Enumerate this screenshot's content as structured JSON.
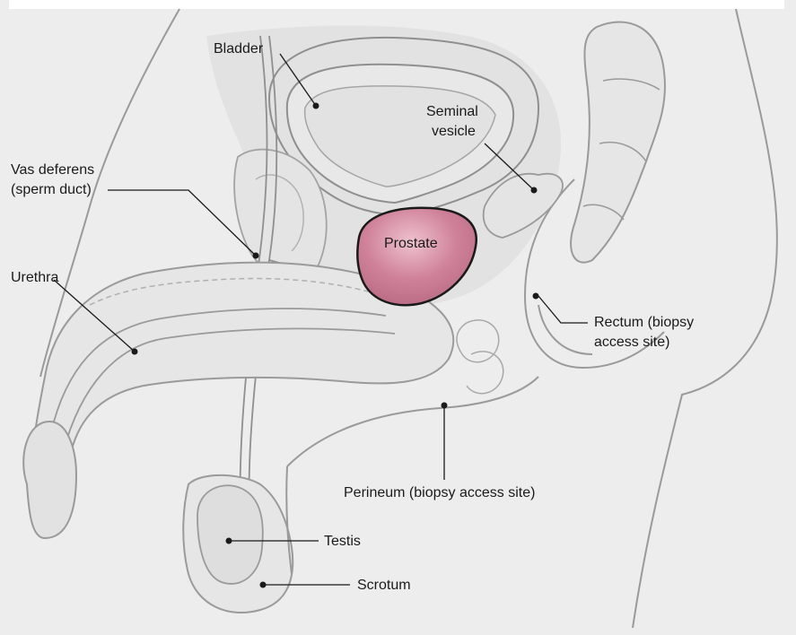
{
  "labels": {
    "bladder": "Bladder",
    "seminal_vesicle_1": "Seminal",
    "seminal_vesicle_2": "vesicle",
    "vas_deferens_1": "Vas deferens",
    "vas_deferens_2": "(sperm duct)",
    "prostate": "Prostate",
    "urethra": "Urethra",
    "rectum_1": "Rectum (biopsy",
    "rectum_2": "access site)",
    "perineum": "Perineum (biopsy access site)",
    "testis": "Testis",
    "scrotum": "Scrotum"
  },
  "colors": {
    "background": "#ededed",
    "outline": "#9a9a9a",
    "shade": "#dcdcdc",
    "prostate_fill": "#c9788f",
    "prostate_highlight": "#e6b2c1",
    "prostate_outline": "#1a1a1a",
    "leader": "#1a1a1a"
  }
}
